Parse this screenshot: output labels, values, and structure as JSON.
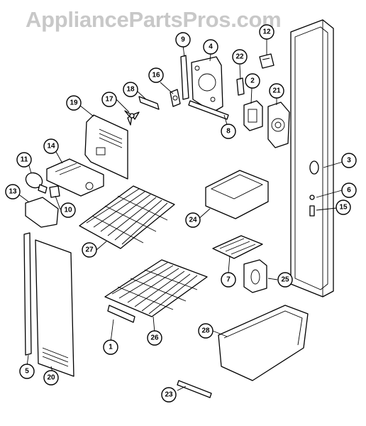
{
  "watermark": "AppliancePartsPros.com",
  "diagram": {
    "callouts": [
      "1",
      "2",
      "3",
      "4",
      "5",
      "6",
      "7",
      "8",
      "9",
      "10",
      "11",
      "12",
      "13",
      "14",
      "15",
      "16",
      "17",
      "18",
      "19",
      "20",
      "21",
      "22",
      "23",
      "24",
      "25",
      "26",
      "27",
      "28"
    ]
  }
}
